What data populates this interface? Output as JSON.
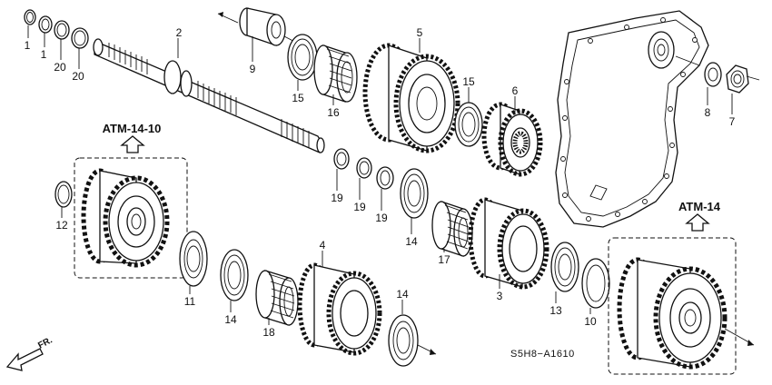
{
  "parts": [
    {
      "key": "p1a",
      "number": "1"
    },
    {
      "key": "p1b",
      "number": "1"
    },
    {
      "key": "p20a",
      "number": "20"
    },
    {
      "key": "p20b",
      "number": "20"
    },
    {
      "key": "p2",
      "number": "2"
    },
    {
      "key": "p9",
      "number": "9"
    },
    {
      "key": "p15a",
      "number": "15"
    },
    {
      "key": "p16",
      "number": "16"
    },
    {
      "key": "p5",
      "number": "5"
    },
    {
      "key": "p15b",
      "number": "15"
    },
    {
      "key": "p6",
      "number": "6"
    },
    {
      "key": "p8",
      "number": "8"
    },
    {
      "key": "p7",
      "number": "7"
    },
    {
      "key": "p19a",
      "number": "19"
    },
    {
      "key": "p19b",
      "number": "19"
    },
    {
      "key": "p19c",
      "number": "19"
    },
    {
      "key": "p14a",
      "number": "14"
    },
    {
      "key": "p17",
      "number": "17"
    },
    {
      "key": "p3",
      "number": "3"
    },
    {
      "key": "p13",
      "number": "13"
    },
    {
      "key": "p10",
      "number": "10"
    },
    {
      "key": "p12",
      "number": "12"
    },
    {
      "key": "p11",
      "number": "11"
    },
    {
      "key": "p14b",
      "number": "14"
    },
    {
      "key": "p18",
      "number": "18"
    },
    {
      "key": "p4",
      "number": "4"
    },
    {
      "key": "p14c",
      "number": "14"
    }
  ],
  "references": {
    "left": "ATM-14-10",
    "right": "ATM-14"
  },
  "diagram_code": "S5H8−A1610",
  "direction_label": "FR."
}
